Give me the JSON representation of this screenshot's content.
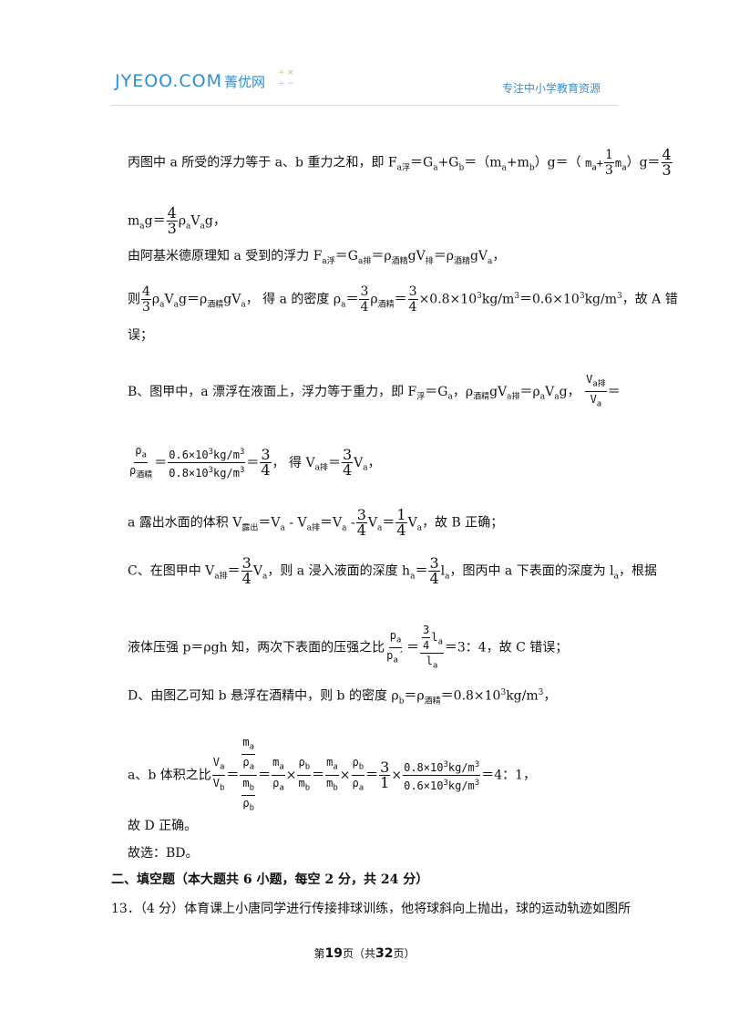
{
  "header": {
    "logo_text": "JYEOO.COM",
    "logo_cn": "菁优网",
    "tagline": "专注中小学教育资源"
  },
  "body": {
    "l1_prefix": "丙图中 a 所受的浮力等于 a、b 重力之和，即 F",
    "l1_mid": "＝G",
    "l1_eq": "＝（m",
    "l1_g": "）g＝（",
    "l1_end": "）g＝",
    "l2_tail": "ρ",
    "l2_end": "g，",
    "l3": "由阿基米德原理知 a 受到的浮力 F",
    "l3_b": "＝ρ",
    "l3_c": "gV",
    "l3_d": "＝ρ",
    "l3_e": "gV",
    "l3_f": "，",
    "l4_a": "则",
    "l4_b": "ρ",
    "l4_c": "g＝ρ",
    "l4_d": "gV",
    "l4_e": "， 得 a 的密度 ρ",
    "l4_f": "＝",
    "l4_g": "ρ",
    "l4_h": "＝",
    "l4_i": "×0.8×10",
    "l4_j": "kg/m",
    "l4_k": "＝0.6×10",
    "l4_l": "kg/m",
    "l4_m": "，故 A 错",
    "l5": "误；",
    "l6_a": "B、图甲中，a 漂浮在液面上，浮力等于重力，即 F",
    "l6_b": "＝G",
    "l6_c": "，ρ",
    "l6_d": "gV",
    "l6_e": "＝ρ",
    "l6_f": "g，",
    "l7_end": "， 得 V",
    "l7_tail": "V",
    "l8_a": "a 露出水面的体积 V",
    "l8_b": "＝V",
    "l8_c": " - V",
    "l8_d": "＝V",
    "l8_e": " -",
    "l8_f": "V",
    "l8_g": "＝",
    "l8_h": "V",
    "l8_i": "，故 B 正确；",
    "l9_a": "C、在图甲中 V",
    "l9_b": "＝",
    "l9_c": "V",
    "l9_d": "，则 a 浸入液面的深度 h",
    "l9_e": "＝",
    "l9_f": "l",
    "l9_g": "，图丙中 a 下表面的深度为 l",
    "l9_h": "，根据",
    "l10_a": "液体压强 p＝ρgh 知，两次下表面的压强之比",
    "l10_b": "＝3：4，故 C 错误；",
    "l11": "D、由图乙可知 b 悬浮在酒精中，则 b 的密度 ρ",
    "l11_b": "＝ρ",
    "l11_c": "＝0.8×10",
    "l11_d": "kg/m",
    "l11_e": "，",
    "l12_a": "a、b 体积之比",
    "l12_end": "＝4：1，",
    "l13": "故 D 正确。",
    "l14": "故选：BD。",
    "section": "二、填空题（本大题共 6 小题，每空 2 分，共 24 分）",
    "q13": "13．（4 分）体育课上小唐同学进行传接排球训练，他将球斜向上抛出，球的运动轨迹如图所"
  },
  "footer": {
    "pre": "第",
    "page": "19",
    "mid": "页（共",
    "total": "32",
    "post": "页）"
  }
}
